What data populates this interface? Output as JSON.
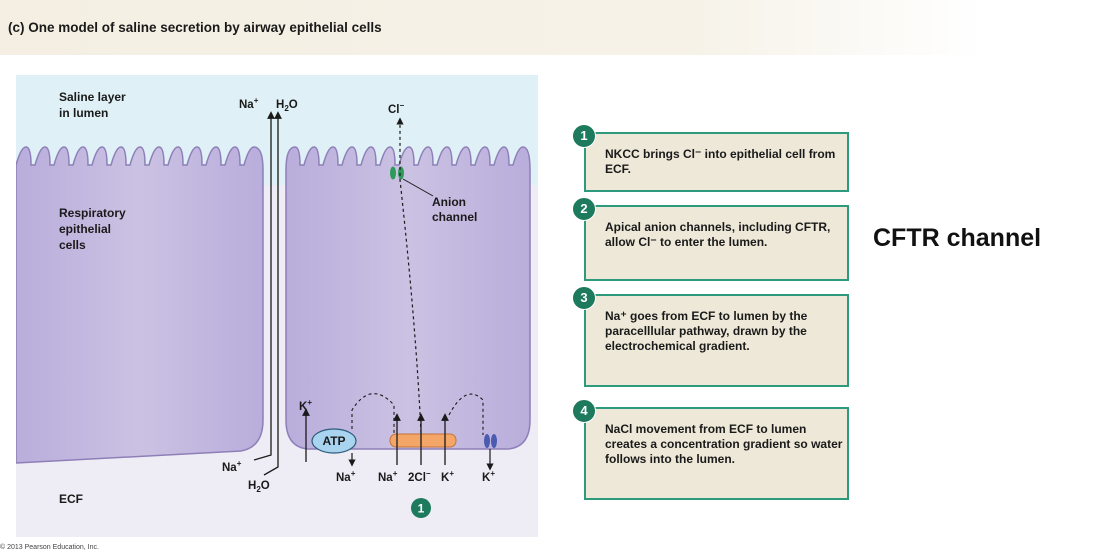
{
  "title": "(c) One model of saline secretion by airway epithelial cells",
  "diagram": {
    "saline_label_1": "Saline layer",
    "saline_label_2": "in lumen",
    "resp_label_1": "Respiratory",
    "resp_label_2": "epithelial",
    "resp_label_3": "cells",
    "ecf_label": "ECF",
    "anion_label_1": "Anion",
    "anion_label_2": "channel",
    "atp_label": "ATP",
    "badge_1": "1",
    "ions": {
      "na_top": "Na",
      "h2o_top": "H",
      "cl_top": "Cl",
      "k_top": "K",
      "na_bottom_left": "Na",
      "h2o_bottom": "H",
      "na_atp": "Na",
      "na_nkcc": "Na",
      "cl_nkcc": "2Cl",
      "k_nkcc": "K",
      "k_right": "K"
    },
    "superscripts": {
      "plus": "+",
      "minus": "−"
    },
    "subscripts": {
      "two": "2",
      "o": "O"
    }
  },
  "steps": [
    {
      "num": "1",
      "text": "NKCC brings Cl⁻ into epithelial cell from ECF."
    },
    {
      "num": "2",
      "text": "Apical anion channels, including CFTR, allow Cl⁻ to enter the lumen."
    },
    {
      "num": "3",
      "text": "Na⁺ goes from ECF to lumen by the paracelllular pathway, drawn by the electrochemical gradient."
    },
    {
      "num": "4",
      "text": "NaCl movement from ECF to lumen creates a concentration gradient so water follows into the lumen."
    }
  ],
  "side_label": "CFTR channel",
  "copyright": "© 2013 Pearson Education, Inc.",
  "colors": {
    "lumen": "#dff0f6",
    "ecf": "#f2f0f6",
    "cell": "#c9bfe0",
    "cell_edge": "#8e7fb8",
    "teal": "#2e9a7d",
    "box": "#ede8d8",
    "nkcc": "#f3a667",
    "atp": "#a9d4ef"
  },
  "icons": [
    "arrow-icon",
    "anion-channel-icon",
    "atp-pump-icon",
    "nkcc-transporter-icon",
    "k-channel-icon",
    "step-badge-icon"
  ]
}
